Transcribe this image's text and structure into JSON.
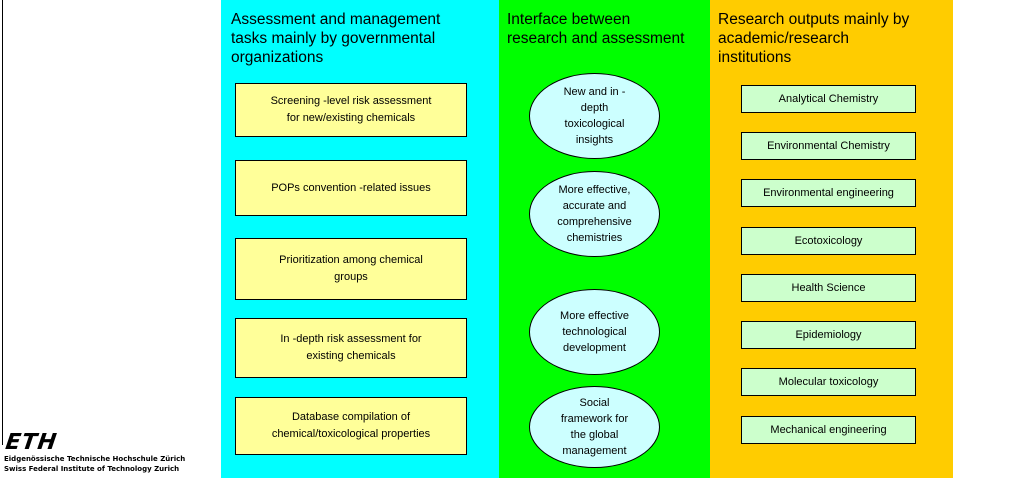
{
  "columns": {
    "governmental": {
      "title": "Assessment and management\ntasks mainly by governmental\norganizations",
      "color": "#00ffff",
      "tasks": [
        "Screening -level risk assessment\nfor new/existing chemicals",
        "POPs   convention -related issues",
        "Prioritization among chemical\ngroups",
        "In -depth risk assessment for\nexisting chemicals",
        "Database compilation of\nchemical/toxicological properties"
      ]
    },
    "interface": {
      "title": "Interface between\nresearch and assessment",
      "color": "#00ff00",
      "ovals": [
        "New and in -\ndepth\ntoxicological\ninsights",
        "More effective,\naccurate and\ncomprehensive\nchemistries",
        "More effective\ntechnological\ndevelopment",
        "Social\nframework for\nthe global\nmanagement"
      ]
    },
    "research": {
      "title": "Research outputs mainly by\nacademic/research\ninstitutions",
      "color": "#ffcc00",
      "fields": [
        "Analytical  Chemistry",
        "Environmental Chemistry",
        "Environmental    engineering",
        "Ecotoxicology",
        "Health Science",
        "Epidemiology",
        "Molecular toxicology",
        "Mechanical engineering"
      ]
    }
  },
  "logo": {
    "mark": "ETH",
    "line1": "Eidgenössische Technische Hochschule Zürich",
    "line2": "Swiss Federal Institute of Technology Zurich"
  }
}
